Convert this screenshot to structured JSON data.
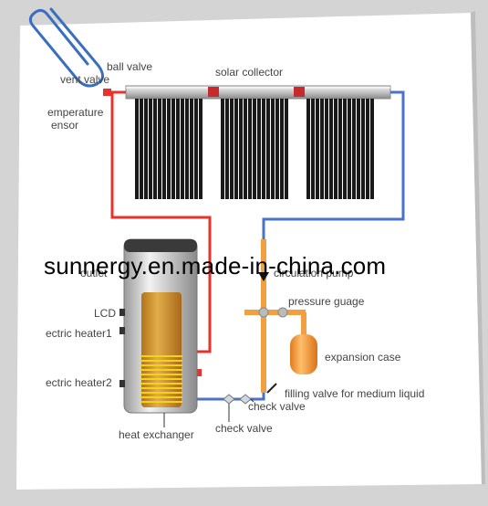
{
  "labels": {
    "ball_valve": "ball valve",
    "vent_valve": "vent valve",
    "solar_collector": "solar collector",
    "temperature_sensor_line1": "emperature",
    "temperature_sensor_line2": "ensor",
    "outlet": "outlet",
    "circulation_pump": "circulation pump",
    "lcd": "LCD",
    "pressure_guage": "pressure guage",
    "electric_heater1": "ectric heater1",
    "electric_heater2": "ectric heater2",
    "expansion_case": "expansion case",
    "filling_valve": "filling valve for medium liquid",
    "check_valve_right": "check valve",
    "heat_exchanger": "heat exchanger",
    "check_valve_bottom": "check valve"
  },
  "watermark": "sunnergy.en.made-in-china.com",
  "colors": {
    "hot_pipe": "#e8322c",
    "cold_pipe": "#4a72c8",
    "manifold_pipe": "#c62a2a",
    "tube": "#1a1a1a",
    "tank_shell": "#c8c8c8",
    "tank_inner": "#d49a2a",
    "coil": "#f2d21a",
    "expansion_tank": "#f39a3a",
    "paper_clip": "#3a6fbf"
  }
}
